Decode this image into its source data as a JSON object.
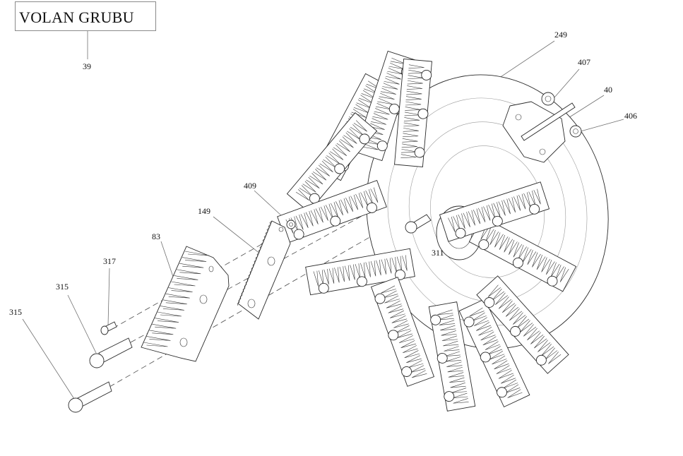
{
  "title": "VOLAN GRUBU",
  "callouts": [
    {
      "id": "39",
      "label": "39"
    },
    {
      "id": "249",
      "label": "249"
    },
    {
      "id": "407",
      "label": "407"
    },
    {
      "id": "40",
      "label": "40"
    },
    {
      "id": "406",
      "label": "406"
    },
    {
      "id": "409",
      "label": "409"
    },
    {
      "id": "149",
      "label": "149"
    },
    {
      "id": "83",
      "label": "83"
    },
    {
      "id": "317",
      "label": "317"
    },
    {
      "id": "315a",
      "label": "315"
    },
    {
      "id": "315b",
      "label": "315"
    },
    {
      "id": "311",
      "label": "311"
    }
  ]
}
